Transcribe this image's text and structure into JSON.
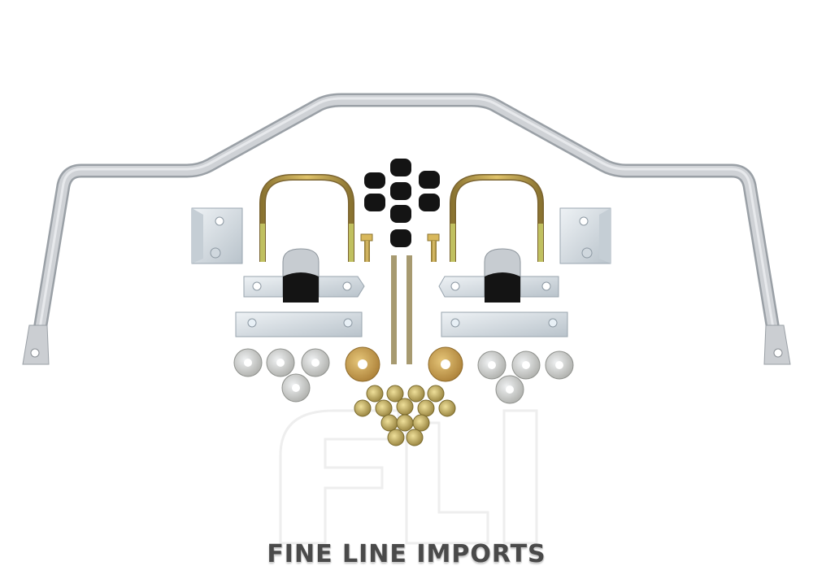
{
  "image": {
    "subject": "Rear sway bar kit with mounting hardware",
    "watermark": {
      "monogram": "FLI",
      "brand_text": "FINE LINE IMPORTS"
    },
    "colors": {
      "background": "#ffffff",
      "bar": "#c9ccd0",
      "bar_shadow": "#9aa0a6",
      "zinc": "#d8dde2",
      "gold_zinc": "#c8a950",
      "bushing": "#141414",
      "brand_text": "#4a4a4a"
    },
    "parts": [
      {
        "name": "sway-bar",
        "count": 1
      },
      {
        "name": "u-bolt",
        "count": 2
      },
      {
        "name": "square-bracket",
        "count": 2
      },
      {
        "name": "bushing-clamp",
        "count": 2
      },
      {
        "name": "backing-plate",
        "count": 2
      },
      {
        "name": "end-link-bushing",
        "count": 8
      },
      {
        "name": "bolt",
        "count": 2
      },
      {
        "name": "threaded-rod",
        "count": 2
      },
      {
        "name": "silver-washer",
        "count": 8
      },
      {
        "name": "gold-washer",
        "count": 2
      },
      {
        "name": "nut",
        "count": 14
      }
    ]
  }
}
